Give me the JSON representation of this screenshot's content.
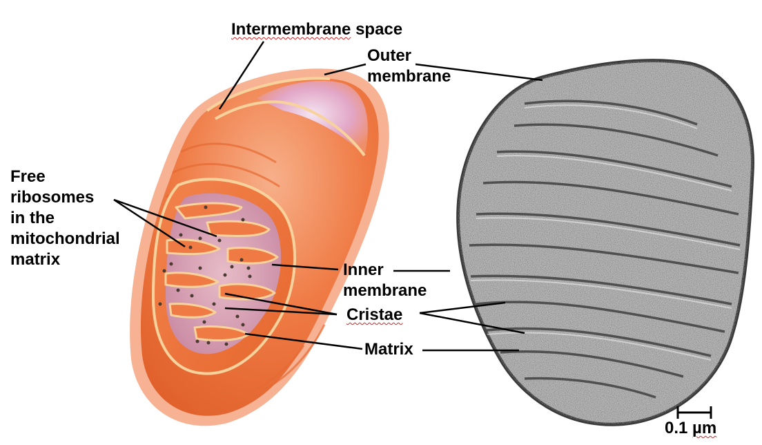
{
  "labels": {
    "intermembrane_a": "Intermembrane",
    "intermembrane_b": "space",
    "outer_l1": "Outer",
    "outer_l2": "membrane",
    "free_l1": "Free",
    "free_l2": "ribosomes",
    "free_l3": "in the",
    "free_l4": "mitochondrial",
    "free_l5": "matrix",
    "inner_l1": "Inner",
    "inner_l2": "membrane",
    "cristae": "Cristae",
    "matrix": "Matrix",
    "scale_num": "0.1",
    "scale_unit": "µm"
  },
  "colors": {
    "outer_membrane": "#f08a55",
    "body": "#ef7a44",
    "membrane_edge": "#f6c98a",
    "matrix": "#d9a3b5",
    "ribosome": "#4a3a30",
    "micrograph_bg": "#b8b8b8",
    "micrograph_dark": "#3a3a3a",
    "leader": "#000000"
  }
}
